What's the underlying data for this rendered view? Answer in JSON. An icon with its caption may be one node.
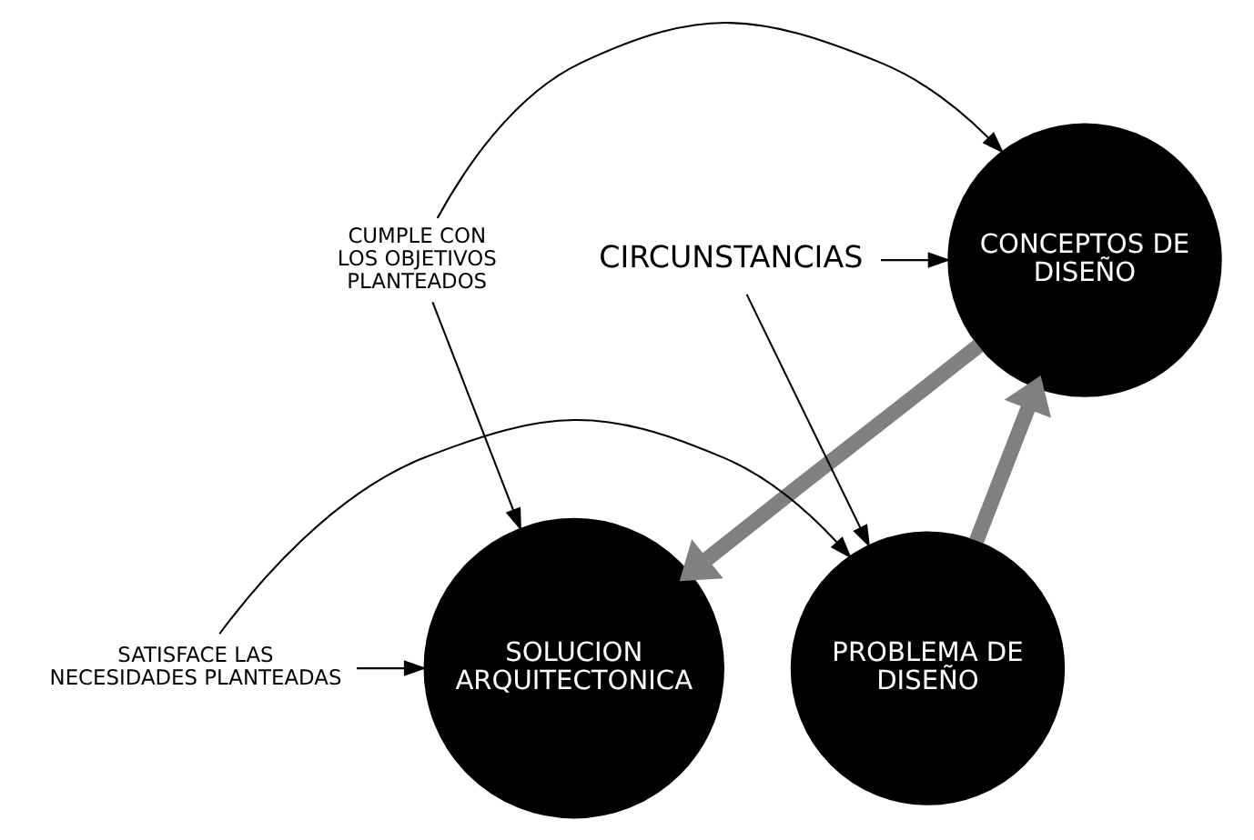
{
  "diagram": {
    "nodes": [
      {
        "text": [
          "CONCEPTOS DE DISEÑO"
        ]
      },
      {
        "text": [
          "CIRCUNSTANCIAS"
        ]
      },
      {
        "text": [
          "CUMPLE CON LOS OBJETIVOS PLANTEADOS"
        ]
      },
      {
        "text": [
          "PROBLEMA DE DISEÑO"
        ]
      },
      {
        "text": [
          "SOLUCION ARQUITECTONICA"
        ]
      },
      {
        "text": [
          "SATISFACE LAS NECESIDADES PLANTEADAS"
        ]
      }
    ],
    "edges": [
      {
        "from": 1,
        "to": 0,
        "arrow": "to"
      },
      {
        "from": 1,
        "to": 3,
        "arrow": "to"
      },
      {
        "from": 2,
        "to": 0,
        "arrow": "to"
      },
      {
        "from": 2,
        "to": 4,
        "arrow": "to"
      },
      {
        "from": 5,
        "to": 3,
        "arrow": "to"
      },
      {
        "from": 5,
        "to": 4,
        "arrow": "to"
      },
      {
        "from": 3,
        "to": 0,
        "arrow": "to",
        "style": "thick",
        "color": "#808080"
      },
      {
        "from": 0,
        "to": 4,
        "arrow": "to",
        "style": "thick",
        "color": "#808080"
      }
    ]
  }
}
